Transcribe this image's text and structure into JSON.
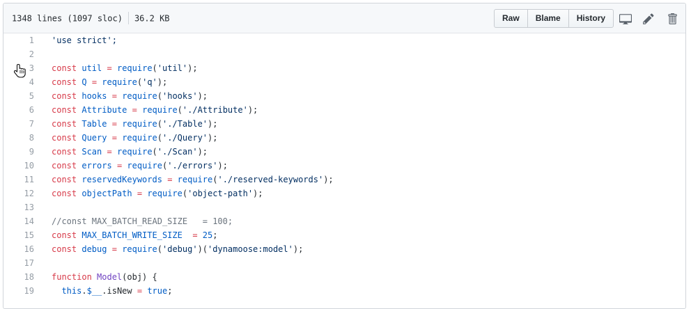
{
  "file_info": {
    "lines": "1348 lines (1097 sloc)",
    "size": "36.2 KB"
  },
  "actions": {
    "raw": "Raw",
    "blame": "Blame",
    "history": "History"
  },
  "icons": [
    "desktop-icon",
    "pencil-icon",
    "trash-icon"
  ],
  "code": {
    "line_numbers": [
      "1",
      "2",
      "3",
      "4",
      "5",
      "6",
      "7",
      "8",
      "9",
      "10",
      "11",
      "12",
      "13",
      "14",
      "15",
      "16",
      "17",
      "18",
      "19"
    ],
    "lines": [
      [
        {
          "t": "'use strict';",
          "c": "st"
        }
      ],
      [],
      [
        {
          "t": "const",
          "c": "kw"
        },
        {
          "t": " "
        },
        {
          "t": "util",
          "c": "cn"
        },
        {
          "t": " "
        },
        {
          "t": "=",
          "c": "kw"
        },
        {
          "t": " "
        },
        {
          "t": "require",
          "c": "cn"
        },
        {
          "t": "("
        },
        {
          "t": "'util'",
          "c": "st"
        },
        {
          "t": ");"
        }
      ],
      [
        {
          "t": "const",
          "c": "kw"
        },
        {
          "t": " "
        },
        {
          "t": "Q",
          "c": "cn"
        },
        {
          "t": " "
        },
        {
          "t": "=",
          "c": "kw"
        },
        {
          "t": " "
        },
        {
          "t": "require",
          "c": "cn"
        },
        {
          "t": "("
        },
        {
          "t": "'q'",
          "c": "st"
        },
        {
          "t": ");"
        }
      ],
      [
        {
          "t": "const",
          "c": "kw"
        },
        {
          "t": " "
        },
        {
          "t": "hooks",
          "c": "cn"
        },
        {
          "t": " "
        },
        {
          "t": "=",
          "c": "kw"
        },
        {
          "t": " "
        },
        {
          "t": "require",
          "c": "cn"
        },
        {
          "t": "("
        },
        {
          "t": "'hooks'",
          "c": "st"
        },
        {
          "t": ");"
        }
      ],
      [
        {
          "t": "const",
          "c": "kw"
        },
        {
          "t": " "
        },
        {
          "t": "Attribute",
          "c": "cn"
        },
        {
          "t": " "
        },
        {
          "t": "=",
          "c": "kw"
        },
        {
          "t": " "
        },
        {
          "t": "require",
          "c": "cn"
        },
        {
          "t": "("
        },
        {
          "t": "'./Attribute'",
          "c": "st"
        },
        {
          "t": ");"
        }
      ],
      [
        {
          "t": "const",
          "c": "kw"
        },
        {
          "t": " "
        },
        {
          "t": "Table",
          "c": "cn"
        },
        {
          "t": " "
        },
        {
          "t": "=",
          "c": "kw"
        },
        {
          "t": " "
        },
        {
          "t": "require",
          "c": "cn"
        },
        {
          "t": "("
        },
        {
          "t": "'./Table'",
          "c": "st"
        },
        {
          "t": ");"
        }
      ],
      [
        {
          "t": "const",
          "c": "kw"
        },
        {
          "t": " "
        },
        {
          "t": "Query",
          "c": "cn"
        },
        {
          "t": " "
        },
        {
          "t": "=",
          "c": "kw"
        },
        {
          "t": " "
        },
        {
          "t": "require",
          "c": "cn"
        },
        {
          "t": "("
        },
        {
          "t": "'./Query'",
          "c": "st"
        },
        {
          "t": ");"
        }
      ],
      [
        {
          "t": "const",
          "c": "kw"
        },
        {
          "t": " "
        },
        {
          "t": "Scan",
          "c": "cn"
        },
        {
          "t": " "
        },
        {
          "t": "=",
          "c": "kw"
        },
        {
          "t": " "
        },
        {
          "t": "require",
          "c": "cn"
        },
        {
          "t": "("
        },
        {
          "t": "'./Scan'",
          "c": "st"
        },
        {
          "t": ");"
        }
      ],
      [
        {
          "t": "const",
          "c": "kw"
        },
        {
          "t": " "
        },
        {
          "t": "errors",
          "c": "cn"
        },
        {
          "t": " "
        },
        {
          "t": "=",
          "c": "kw"
        },
        {
          "t": " "
        },
        {
          "t": "require",
          "c": "cn"
        },
        {
          "t": "("
        },
        {
          "t": "'./errors'",
          "c": "st"
        },
        {
          "t": ");"
        }
      ],
      [
        {
          "t": "const",
          "c": "kw"
        },
        {
          "t": " "
        },
        {
          "t": "reservedKeywords",
          "c": "cn"
        },
        {
          "t": " "
        },
        {
          "t": "=",
          "c": "kw"
        },
        {
          "t": " "
        },
        {
          "t": "require",
          "c": "cn"
        },
        {
          "t": "("
        },
        {
          "t": "'./reserved-keywords'",
          "c": "st"
        },
        {
          "t": ");"
        }
      ],
      [
        {
          "t": "const",
          "c": "kw"
        },
        {
          "t": " "
        },
        {
          "t": "objectPath",
          "c": "cn"
        },
        {
          "t": " "
        },
        {
          "t": "=",
          "c": "kw"
        },
        {
          "t": " "
        },
        {
          "t": "require",
          "c": "cn"
        },
        {
          "t": "("
        },
        {
          "t": "'object-path'",
          "c": "st"
        },
        {
          "t": ");"
        }
      ],
      [],
      [
        {
          "t": "//const MAX_BATCH_READ_SIZE   = 100;",
          "c": "cm"
        }
      ],
      [
        {
          "t": "const",
          "c": "kw"
        },
        {
          "t": " "
        },
        {
          "t": "MAX_BATCH_WRITE_SIZE",
          "c": "cn"
        },
        {
          "t": "  "
        },
        {
          "t": "=",
          "c": "kw"
        },
        {
          "t": " "
        },
        {
          "t": "25",
          "c": "cn"
        },
        {
          "t": ";"
        }
      ],
      [
        {
          "t": "const",
          "c": "kw"
        },
        {
          "t": " "
        },
        {
          "t": "debug",
          "c": "cn"
        },
        {
          "t": " "
        },
        {
          "t": "=",
          "c": "kw"
        },
        {
          "t": " "
        },
        {
          "t": "require",
          "c": "cn"
        },
        {
          "t": "("
        },
        {
          "t": "'debug'",
          "c": "st"
        },
        {
          "t": ")("
        },
        {
          "t": "'dynamoose:model'",
          "c": "st"
        },
        {
          "t": ");"
        }
      ],
      [],
      [
        {
          "t": "function",
          "c": "kw"
        },
        {
          "t": " "
        },
        {
          "t": "Model",
          "c": "en"
        },
        {
          "t": "(obj) {"
        }
      ],
      [
        {
          "t": "  "
        },
        {
          "t": "this",
          "c": "cn"
        },
        {
          "t": "."
        },
        {
          "t": "$__",
          "c": "cn"
        },
        {
          "t": ".isNew "
        },
        {
          "t": "=",
          "c": "kw"
        },
        {
          "t": " "
        },
        {
          "t": "true",
          "c": "cn"
        },
        {
          "t": ";"
        }
      ]
    ]
  }
}
